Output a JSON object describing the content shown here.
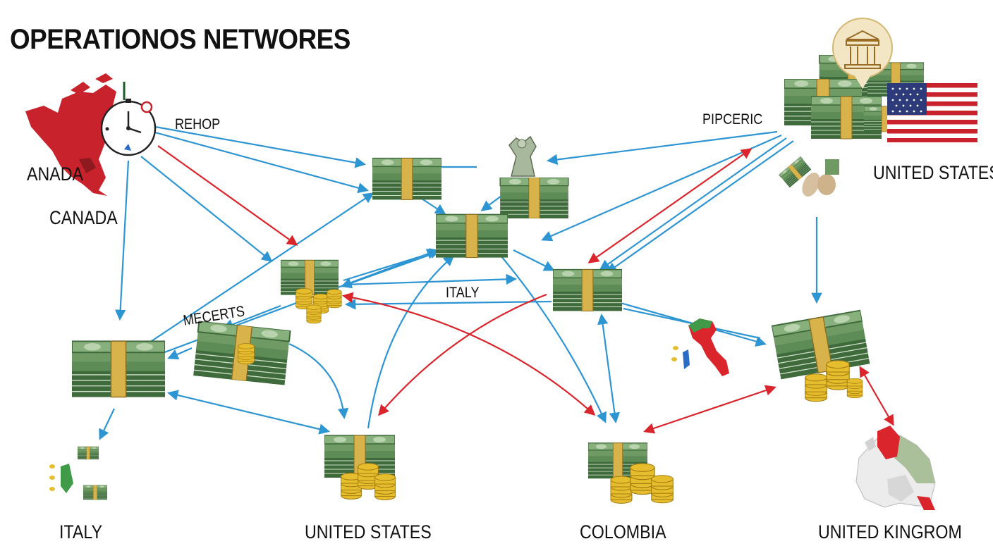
{
  "title": "OPERATIONOS NETWORES",
  "labels": {
    "anada": "ANADA",
    "canada": "CANADA",
    "rehop": "REHOP",
    "pipceric": "PIPCERIC",
    "united_states_top": "UNITED STATES",
    "italy_mid": "ITALY",
    "mecerts": "MECERTS",
    "italy_bottom": "ITALY",
    "united_states_bottom": "UNITED STATES",
    "colombia": "COLOMBIA",
    "united_kingrom": "UNITED KINGROM"
  },
  "colors": {
    "blue_arrow": "#2e95d3",
    "red_arrow": "#d9252b",
    "cash_green": "#5d8c56",
    "cash_dark": "#3f6b3c",
    "band": "#d8b24a",
    "coin": "#e6bd2c",
    "canada_red": "#c8222c"
  },
  "icons": [
    "canada-map-icon",
    "stopwatch-icon",
    "cash-stack-icon",
    "coin-stack-icon",
    "statue-icon",
    "courthouse-seal-icon",
    "us-flag-icon",
    "italy-map-icon",
    "uk-map-icon",
    "bank-vault-icon"
  ]
}
